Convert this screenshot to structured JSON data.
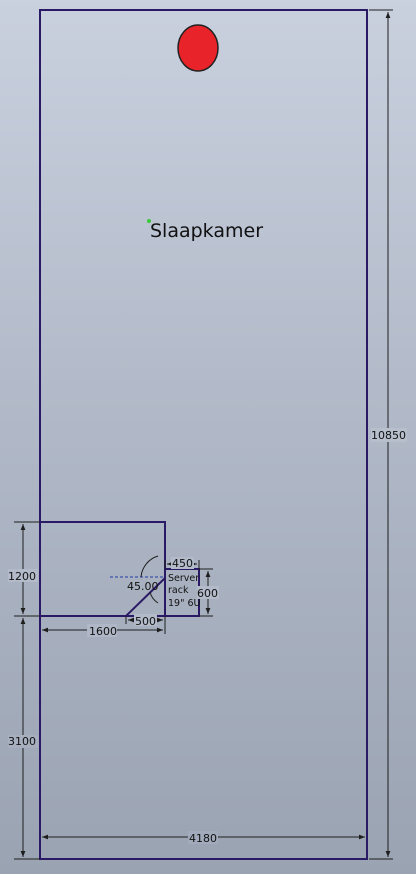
{
  "colors": {
    "wall": "#2a1a66",
    "marker": "#e8232a",
    "point": "#38c938",
    "dimension": "#1e1e1e"
  },
  "room": {
    "label": "Slaapkamer"
  },
  "rack": {
    "label_line1": "Server",
    "label_line2": "rack",
    "label_line3": "19\" 6U"
  },
  "dimensions": {
    "total_height": "10850",
    "total_width": "4180",
    "alcove_height": "1200",
    "lower_wall": "3100",
    "alcove_width": "1600",
    "rack_width": "450",
    "rack_depth": "600",
    "diagonal_offset": "500",
    "angle": "45.00"
  }
}
